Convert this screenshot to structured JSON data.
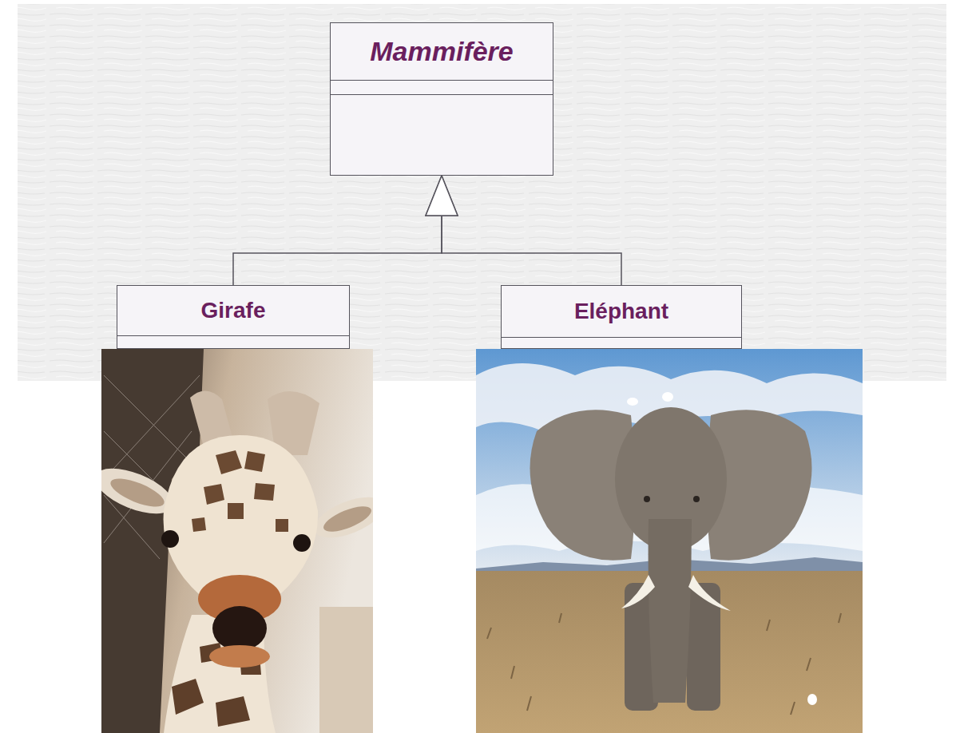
{
  "diagram": {
    "nodes": [
      {
        "text": [
          "Mammifère"
        ]
      },
      {
        "text": [
          "Girafe"
        ]
      },
      {
        "text": [
          "Eléphant"
        ]
      }
    ],
    "edges": [
      {
        "from": 1,
        "to": 0,
        "arrow": "to"
      },
      {
        "from": 2,
        "to": 0,
        "arrow": "to"
      }
    ]
  }
}
